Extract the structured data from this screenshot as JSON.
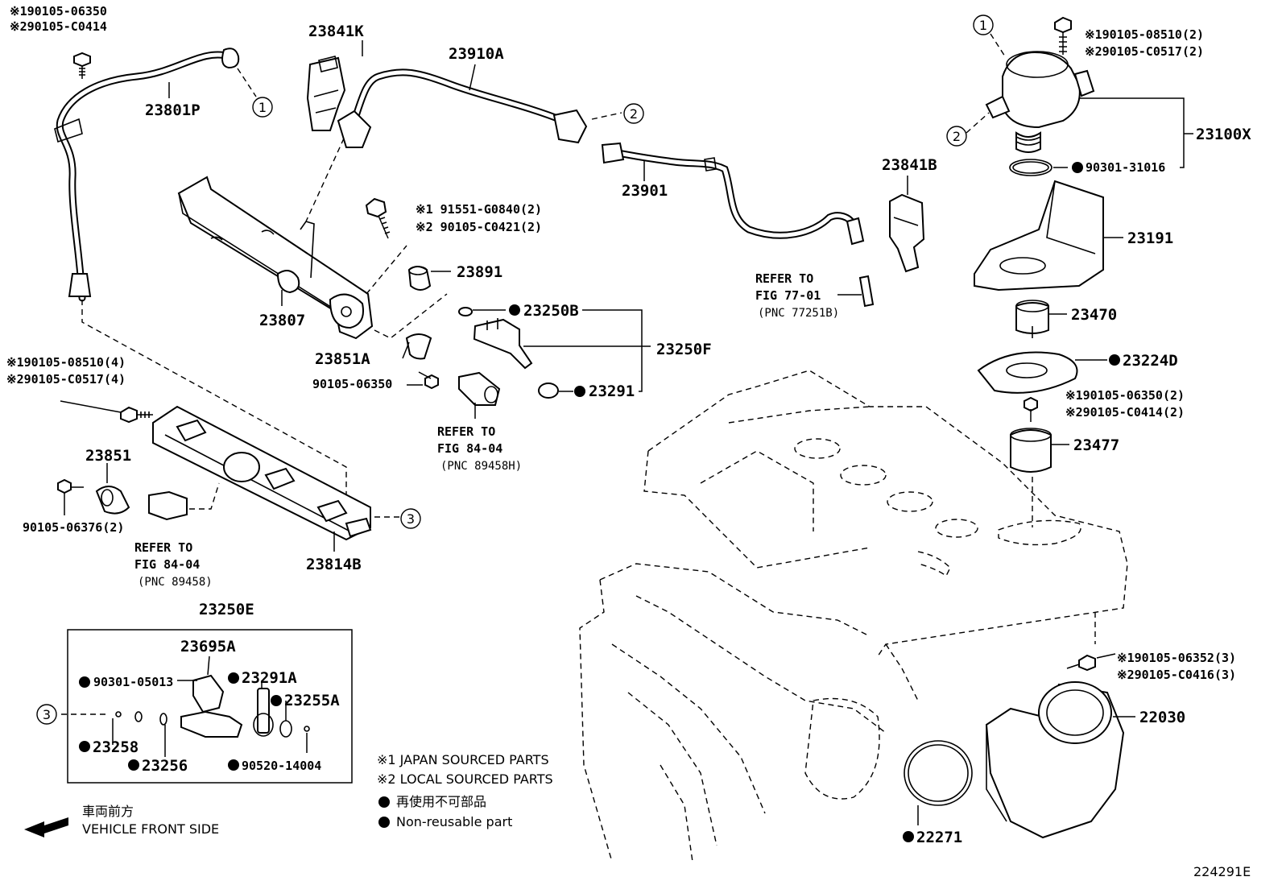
{
  "labels": {
    "hdr_tl_1": "※190105-06350",
    "hdr_tl_2": "※290105-C0414",
    "p23841K": "23841K",
    "p23910A": "23910A",
    "p23801P": "23801P",
    "p23807": "23807",
    "p23891": "23891",
    "bolt_mid_1": "※1 91551-G0840(2)",
    "bolt_mid_2": "※2 90105-C0421(2)",
    "p23250B": "23250B",
    "p23250F": "23250F",
    "p23291": "23291",
    "p23851A": "23851A",
    "p90105_06350": "90105-06350",
    "refer_84_a_1": "REFER TO",
    "refer_84_a_2": "FIG 84-04",
    "refer_84_a_3": "(PNC 89458H)",
    "p23901": "23901",
    "refer_77_1": "REFER TO",
    "refer_77_2": "FIG 77-01",
    "refer_77_3": "(PNC 77251B)",
    "p23841B": "23841B",
    "bolt_tr_1": "※190105-08510(2)",
    "bolt_tr_2": "※290105-C0517(2)",
    "p23100X": "23100X",
    "p90301_31016": "90301-31016",
    "p23191": "23191",
    "p23470": "23470",
    "p23224D": "23224D",
    "bolt_r_1": "※190105-06350(2)",
    "bolt_r_2": "※290105-C0414(2)",
    "p23477": "23477",
    "bolt_l_1": "※190105-08510(4)",
    "bolt_l_2": "※290105-C0517(4)",
    "p23851": "23851",
    "p90105_06376": "90105-06376(2)",
    "refer_84_b_1": "REFER TO",
    "refer_84_b_2": "FIG 84-04",
    "refer_84_b_3": "(PNC 89458)",
    "p23814B": "23814B",
    "p23250E": "23250E",
    "p23695A": "23695A",
    "p90301_05013": "90301-05013",
    "p23291A": "23291A",
    "p23255A": "23255A",
    "p23258": "23258",
    "p23256": "23256",
    "p90520_14004": "90520-14004",
    "bolt_br_1": "※190105-06352(3)",
    "bolt_br_2": "※290105-C0416(3)",
    "p22030": "22030",
    "p22271": "22271",
    "legend_1": "※1 JAPAN SOURCED PARTS",
    "legend_2": "※2 LOCAL SOURCED PARTS",
    "legend_3": "再使用不可部品",
    "legend_4": "Non-reusable part",
    "front_jp": "車両前方",
    "front_en": "VEHICLE FRONT SIDE",
    "fig_id": "224291E",
    "c1": "1",
    "c2": "2",
    "c3": "3"
  }
}
